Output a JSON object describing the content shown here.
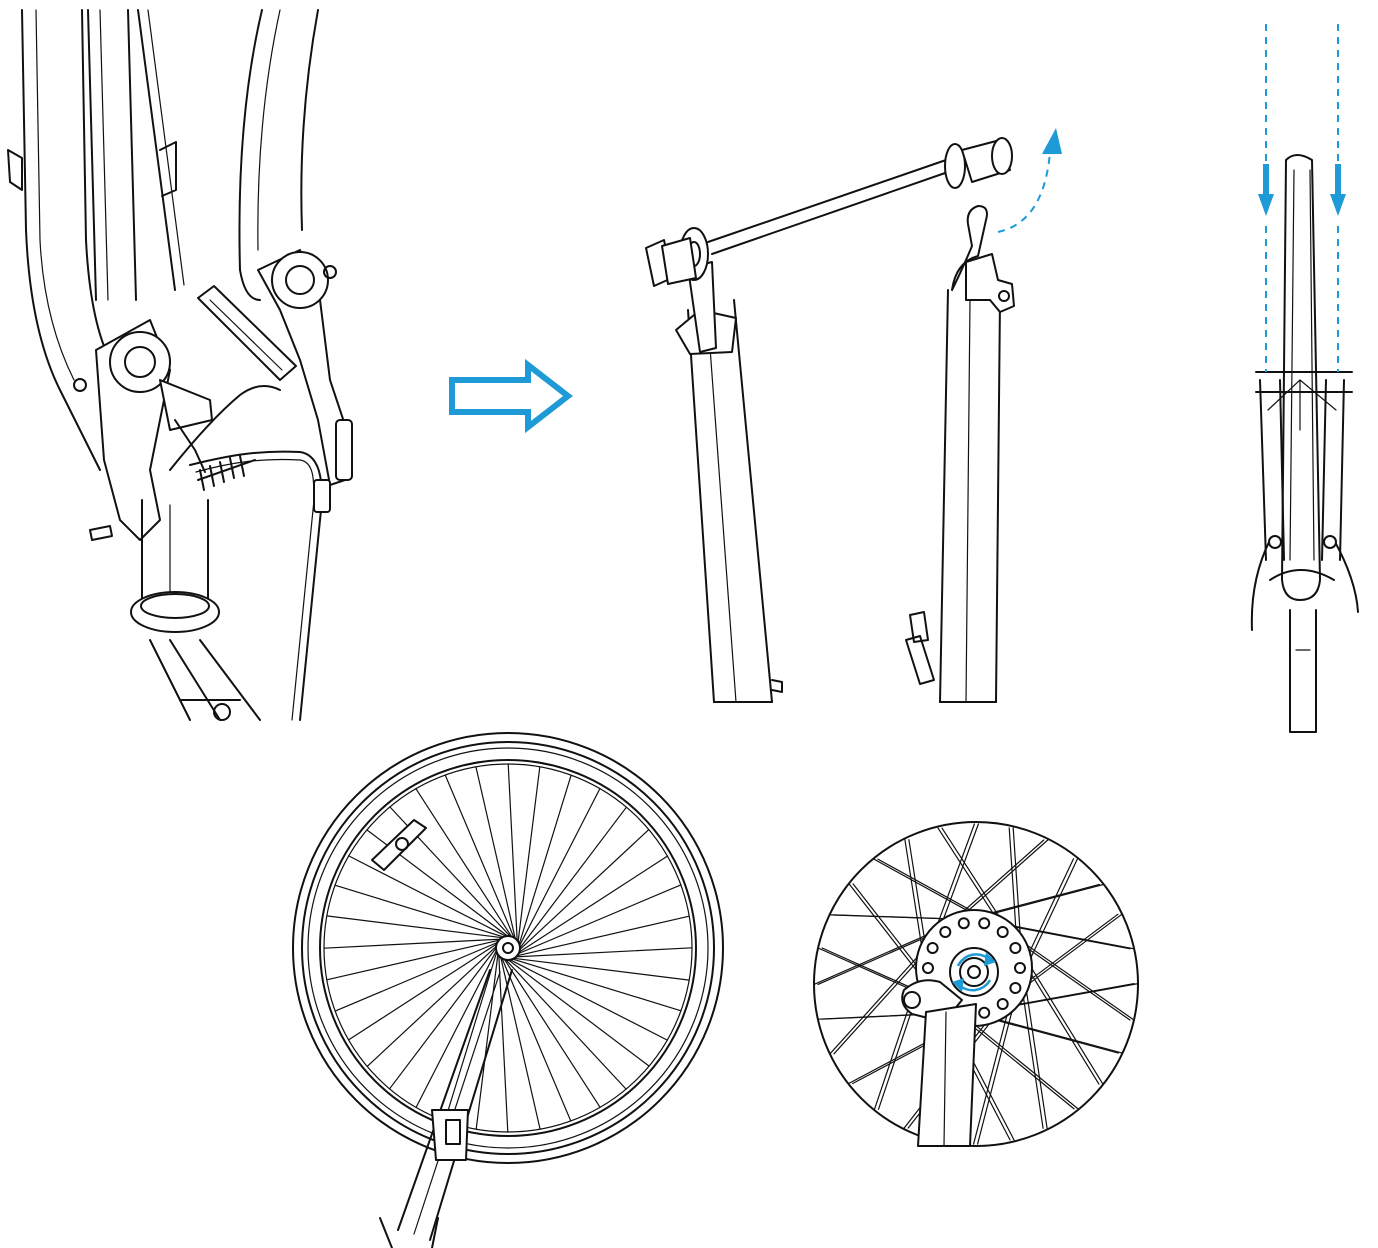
{
  "colors": {
    "line": "#111111",
    "accent": "#1e9ad6",
    "background": "#ffffff"
  },
  "steps": [
    {
      "icon": "brake-release-drawing"
    },
    {
      "icon": "axle-removal-drawing"
    },
    {
      "icon": "wheel-insert-drawing"
    },
    {
      "icon": "wheel-drawing"
    },
    {
      "icon": "hub-closeup-drawing"
    }
  ],
  "arrows": {
    "next_step": "arrow-right-icon",
    "lift_out": "arrow-up-curved-icon",
    "insert_down": "arrow-down-icon"
  }
}
